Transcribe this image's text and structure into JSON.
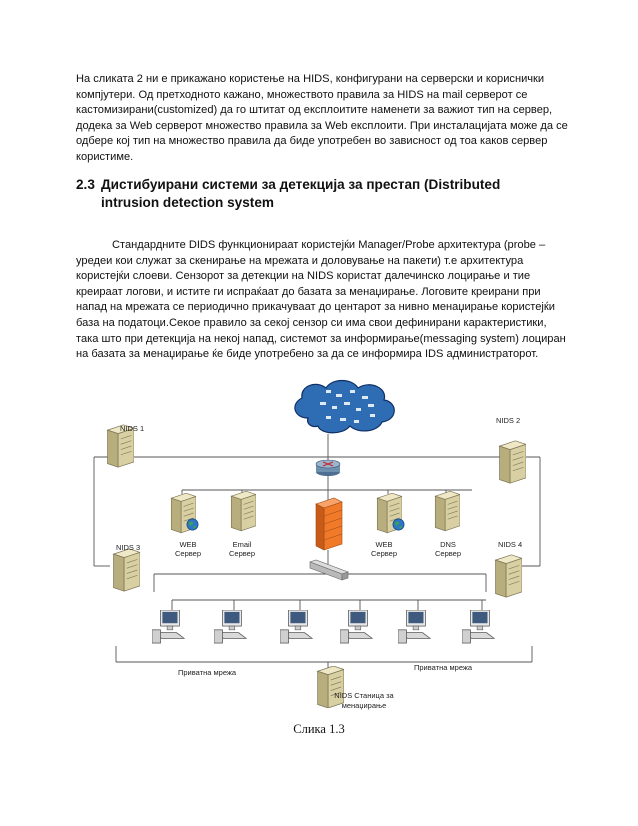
{
  "paragraph1": "На сликата 2 ни е прикажано користење на HIDS, конфигурани на серверски и кориснички компјутери. Од претходното кажано, множеството правила за HIDS на mail серверот се кастомизирани(customized) да го штитат од експлоитите наменети за важиот тип на сервер, додека за Web серверот множество правила за Web експлоити. При инсталацијата може да се одбере кој тип на множество правила да биде употребен во зависност од тоа каков сервер користиме.",
  "section": {
    "number": "2.3",
    "title": "Дистибуирани системи за детекција за престап (Distributed intrusion detection system"
  },
  "paragraph2": "Стандардните DIDS функционираат користејќи Manager/Probe архитектура (probe – уредеи кои служат за скенирање на мрежата и доловување на пакети) т.е архитектура користејќи слоеви. Сензорот за детекции на NIDS користат далечинско лоцирање и тие креираат логови, и истите ги испраќаат до базата за менаџирање. Логовите креирани при напад на мрежата се периодично прикачуваат до центарот за нивно менаџирање користејќи база на податоци.Секое правило за секој сензор си има свои дефинирани карактеристики, така што при детекција на некој напад, системот за информирање(messaging system) лоциран на базата за менаџирање ќе биде употребено за да се информира IDS администраторот.",
  "diagram": {
    "labels": {
      "nids1": "NIDS 1",
      "nids2": "NIDS 2",
      "nids3": "NIDS 3",
      "nids4": "NIDS 4",
      "web1_l1": "WEB",
      "web1_l2": "Сервер",
      "email_l1": "Email",
      "email_l2": "Сервер",
      "web2_l1": "WEB",
      "web2_l2": "Сервер",
      "dns_l1": "DNS",
      "dns_l2": "Сервер",
      "private_left": "Приватна мрежа",
      "private_right": "Приватна мрежа",
      "station_l1": "NIDS Станица за",
      "station_l2": "менаџирање"
    },
    "colors": {
      "cloud": "#2e6db4",
      "server_body": "#d8cfa2",
      "firewall": "#f07a2a",
      "router": "#6f8faf"
    }
  },
  "caption": "Слика 1.3"
}
